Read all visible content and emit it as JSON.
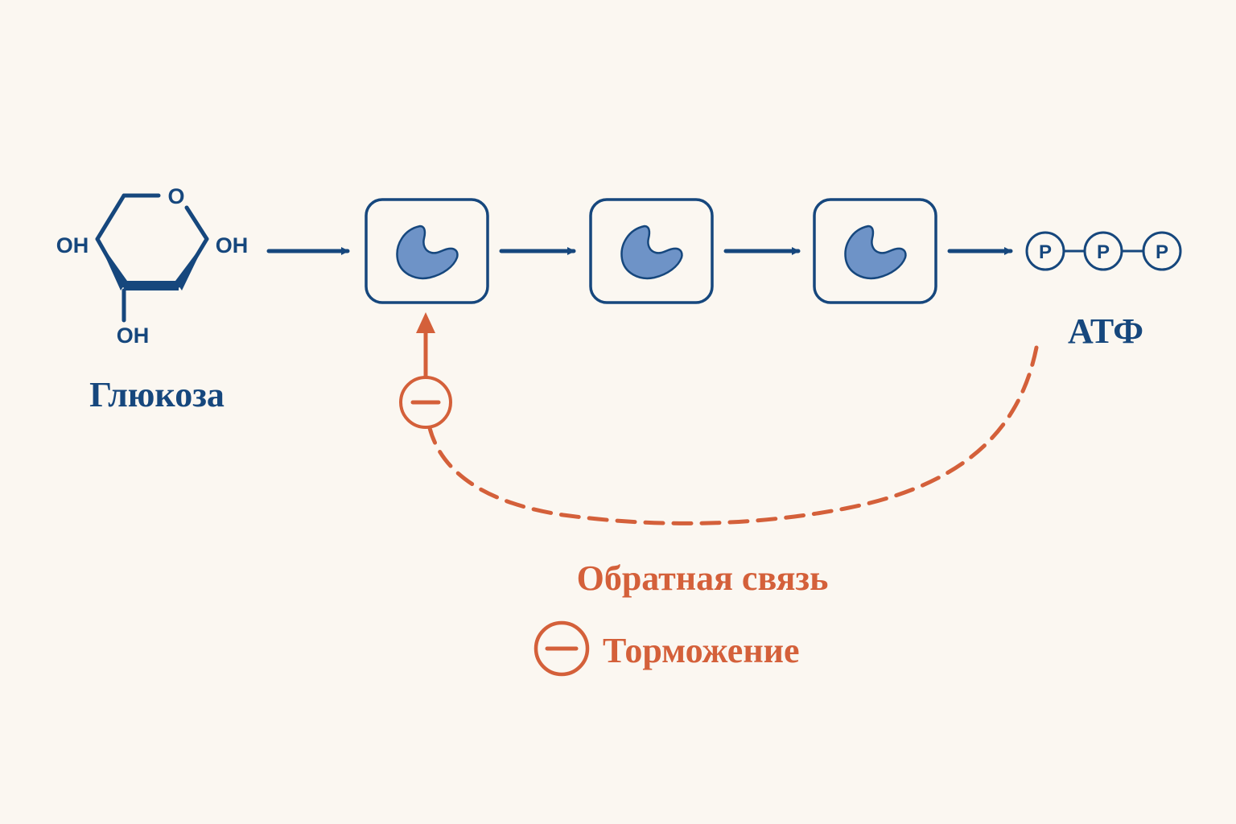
{
  "colors": {
    "background": "#fbf7f1",
    "primary": "#16477d",
    "enzyme_fill": "#6e93c7",
    "feedback": "#d4603a"
  },
  "glucose": {
    "label": "Глюкоза",
    "ring_oxygen": "O",
    "hydroxyl_left": "OH",
    "hydroxyl_right": "OH",
    "hydroxyl_bottom": "OH"
  },
  "enzymes": [
    {
      "icon": "enzyme-icon"
    },
    {
      "icon": "enzyme-icon"
    },
    {
      "icon": "enzyme-icon"
    }
  ],
  "atp": {
    "label": "АТФ",
    "phosphates": [
      "P",
      "P",
      "P"
    ]
  },
  "feedback": {
    "title": "Обратная связь",
    "inhibition_label": "Торможение",
    "inhibition_icon": "minus-circle-icon"
  }
}
